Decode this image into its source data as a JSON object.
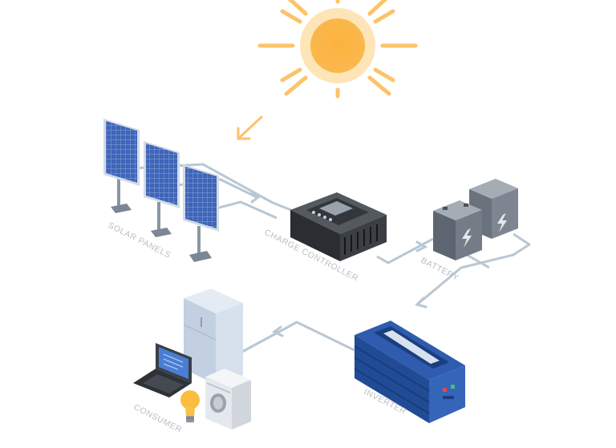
{
  "labels": {
    "solar_panels": "SOLAR PANELS",
    "charge_controller": "CHARGE CONTROLLER",
    "battery": "BATTERY",
    "inverter": "INVERTER",
    "consumer": "CONSUMER"
  },
  "colors": {
    "sun": "#fbb040",
    "sun_rays": "#fcc46a",
    "wire": "#b7c6d3",
    "panel": "#3d63b5",
    "inverter": "#2d58a8",
    "controller": "#3b3f45",
    "battery": "#5d6670",
    "label": "#b9bec4"
  }
}
